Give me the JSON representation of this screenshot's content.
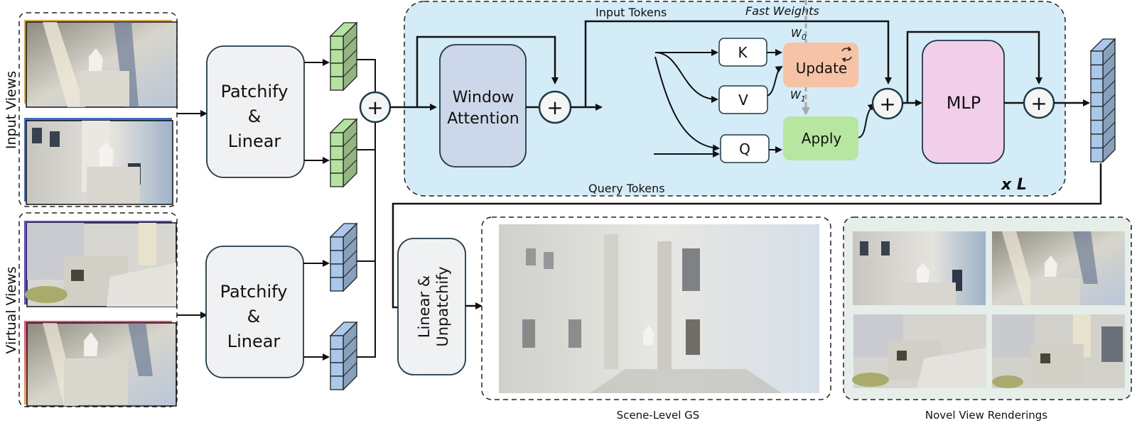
{
  "labels": {
    "input_views": "Input Views",
    "virtual_views": "Virtual Views",
    "patchify_top_line1": "Patchify",
    "patchify_top_line2": "&",
    "patchify_top_line3": "Linear",
    "patchify_bottom_line1": "Patchify",
    "patchify_bottom_line2": "&",
    "patchify_bottom_line3": "Linear",
    "window_attention_line1": "Window",
    "window_attention_line2": "Attention",
    "input_tokens": "Input Tokens",
    "query_tokens": "Query Tokens",
    "fast_weights": "Fast Weights",
    "w0": "W",
    "w0_sub": "0",
    "w1": "W",
    "w1_sub": "1",
    "k": "K",
    "v": "V",
    "q": "Q",
    "update": "Update",
    "apply": "Apply",
    "mlp": "MLP",
    "repeat": "x L",
    "linear_unpatchify_line1": "Linear &",
    "linear_unpatchify_line2": "Unpatchify",
    "scene_level_gs": "Scene-Level GS",
    "novel_view_renderings": "Novel View Renderings",
    "plus": "+"
  },
  "colors": {
    "block_bg": "#d4ecf7",
    "window_attention": "#cdd7ea",
    "update": "#f6c3a7",
    "apply": "#b6e6a0",
    "mlp": "#f1cfea",
    "patchify": "#f0f1f2",
    "green_token": "#b6e2a1",
    "blue_token": "#a9c8ea",
    "novel_bg": "#e6eeea",
    "input_view_1_accent": "#d9a84a",
    "input_view_2_accent": "#3f72c2",
    "virtual_view_1_accent": "#5a4fcf",
    "virtual_view_2_accent": "#e8507a"
  }
}
